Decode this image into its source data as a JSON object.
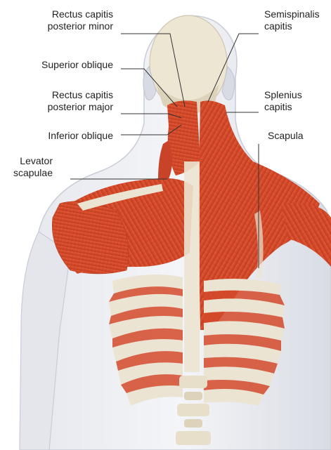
{
  "labels": {
    "rectus_capitis_posterior_minor": [
      "Rectus capitis",
      "posterior minor"
    ],
    "superior_oblique": [
      "Superior oblique"
    ],
    "rectus_capitis_posterior_major": [
      "Rectus capitis",
      "posterior major"
    ],
    "inferior_oblique": [
      "Inferior oblique"
    ],
    "levator_scapulae": [
      "Levator",
      "scapulae"
    ],
    "semispinalis_capitis": [
      "Semispinalis",
      "capitis"
    ],
    "splenius_capitis": [
      "Splenius",
      "capitis"
    ],
    "scapula": [
      "Scapula"
    ]
  },
  "colors": {
    "muscle": "#d8482a",
    "muscle_dark": "#a8321c",
    "bone": "#ece4d2",
    "skin": "#dcdfe6",
    "leader_line": "#333333"
  }
}
